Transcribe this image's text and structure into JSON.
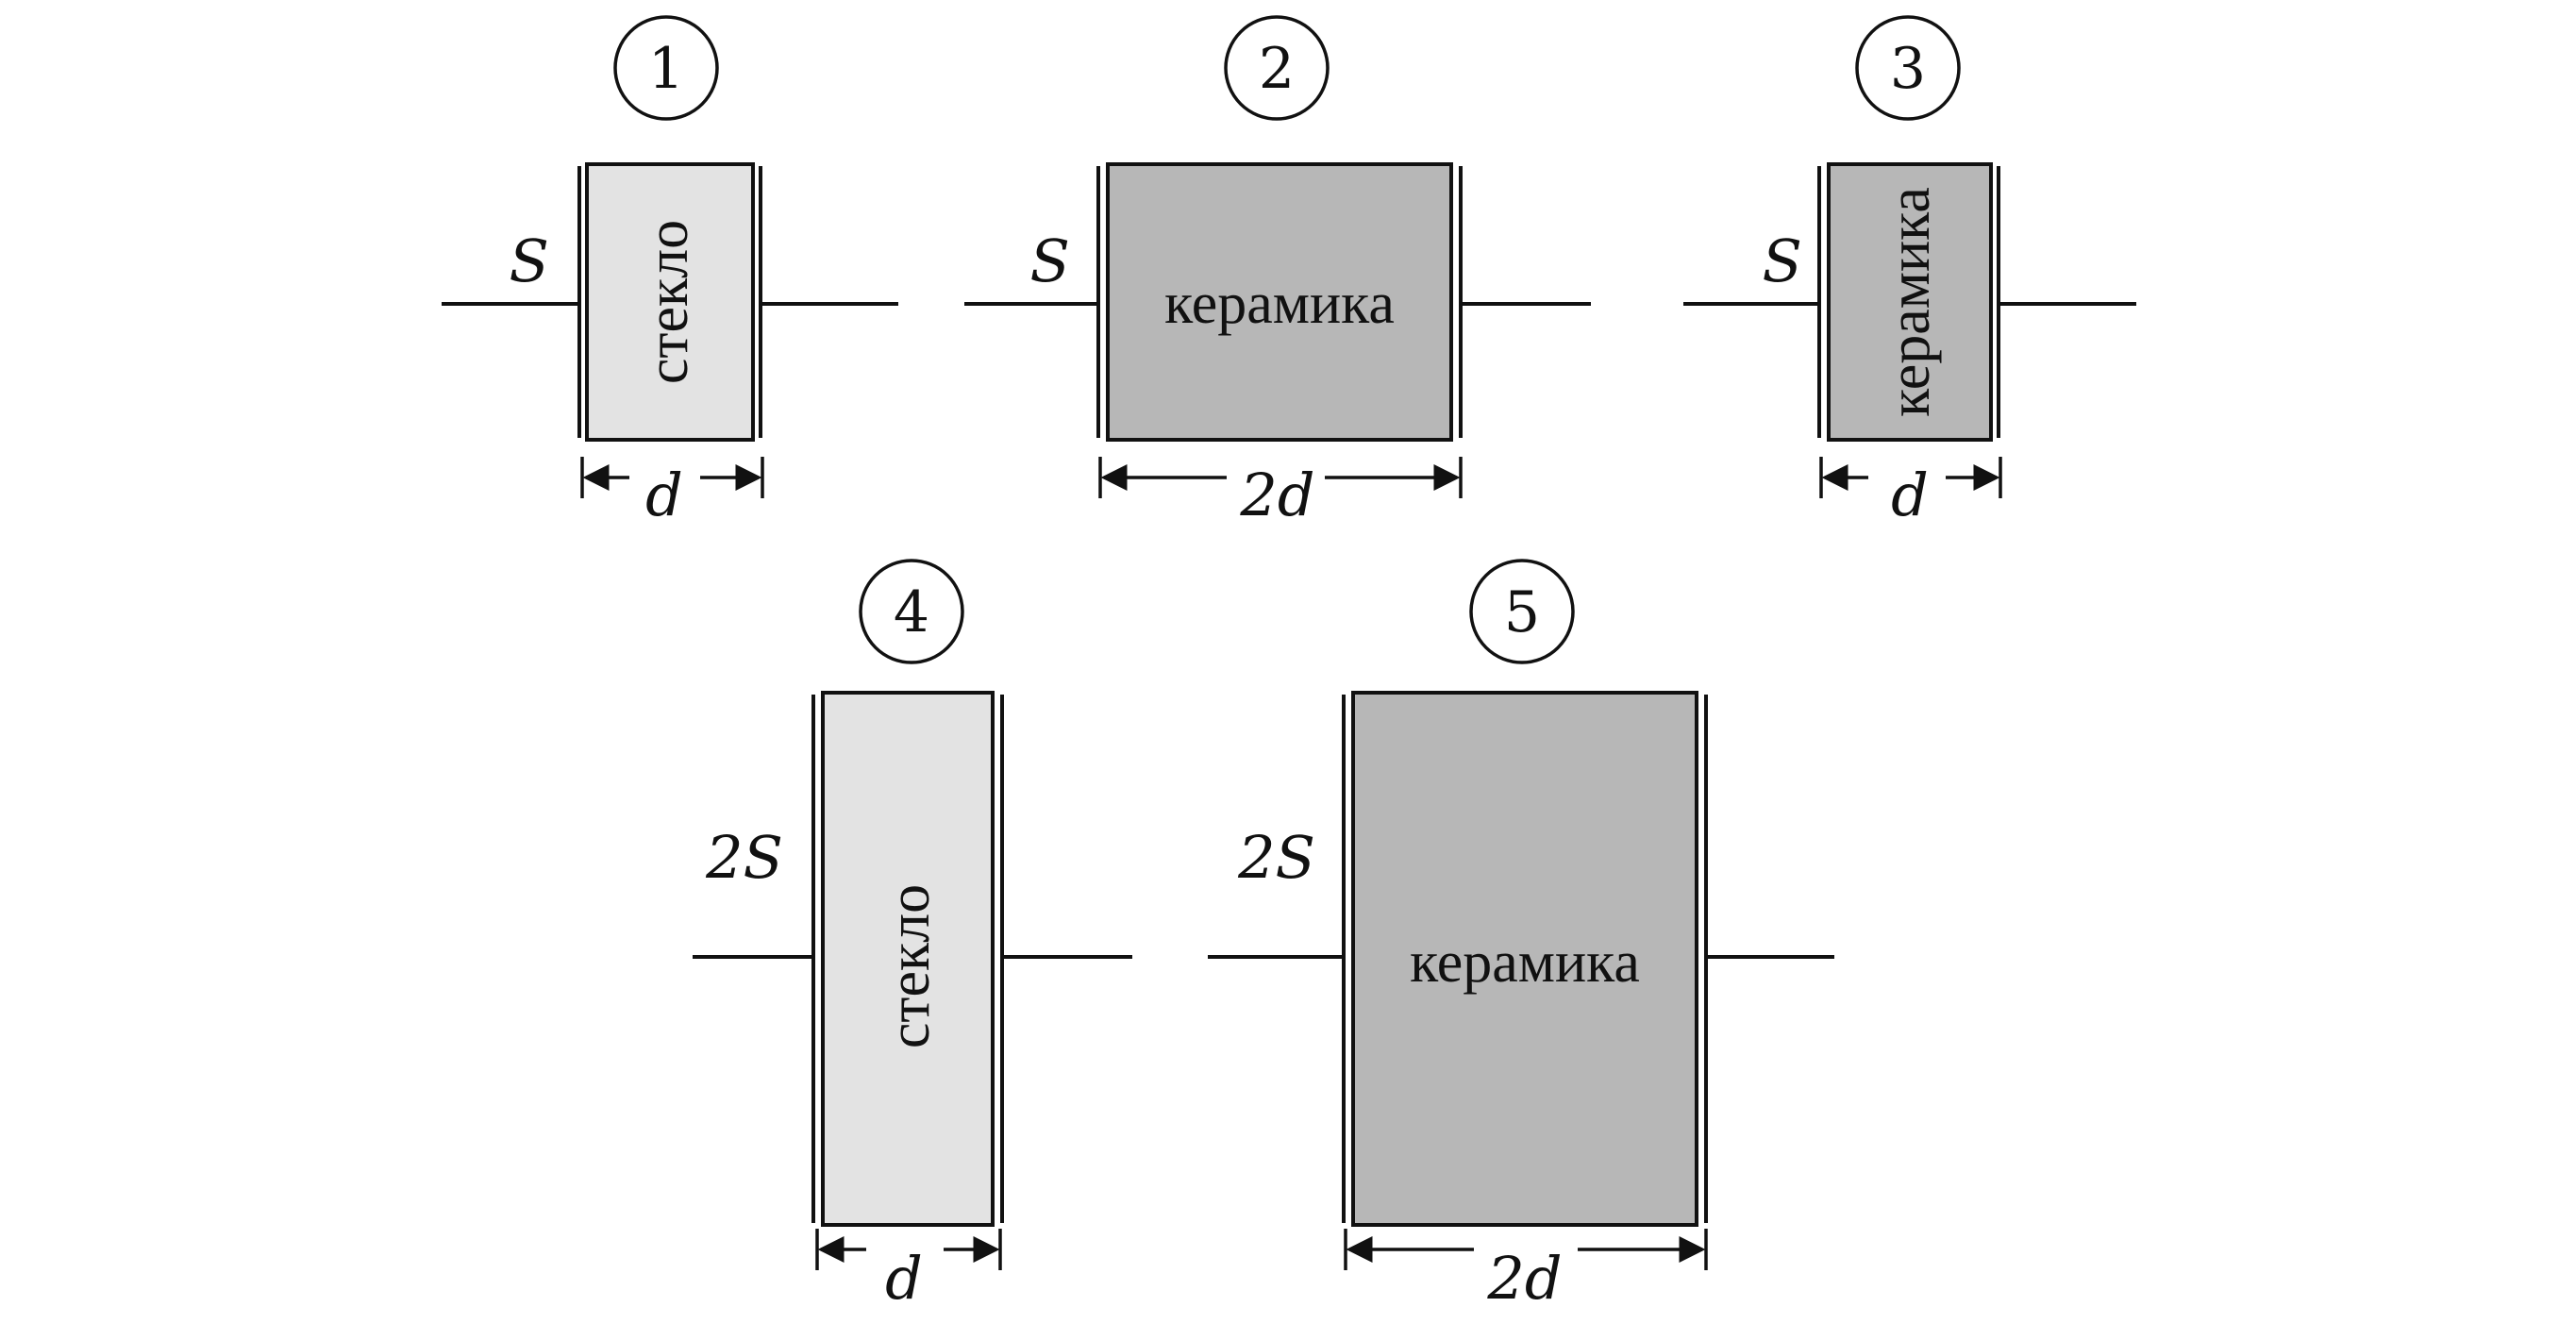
{
  "colors": {
    "glass": "#e3e3e3",
    "ceramic": "#b7b7b7",
    "line": "#111111"
  },
  "capacitors": [
    {
      "number": "1",
      "area_label": "S",
      "material": "стекло",
      "material_type": "glass",
      "thickness_label": "d",
      "text_orientation": "vertical"
    },
    {
      "number": "2",
      "area_label": "S",
      "material": "керамика",
      "material_type": "ceramic",
      "thickness_label": "2d",
      "text_orientation": "horizontal"
    },
    {
      "number": "3",
      "area_label": "S",
      "material": "керамика",
      "material_type": "ceramic",
      "thickness_label": "d",
      "text_orientation": "vertical"
    },
    {
      "number": "4",
      "area_label": "2S",
      "material": "стекло",
      "material_type": "glass",
      "thickness_label": "d",
      "text_orientation": "vertical"
    },
    {
      "number": "5",
      "area_label": "2S",
      "material": "керамика",
      "material_type": "ceramic",
      "thickness_label": "2d",
      "text_orientation": "horizontal"
    }
  ]
}
